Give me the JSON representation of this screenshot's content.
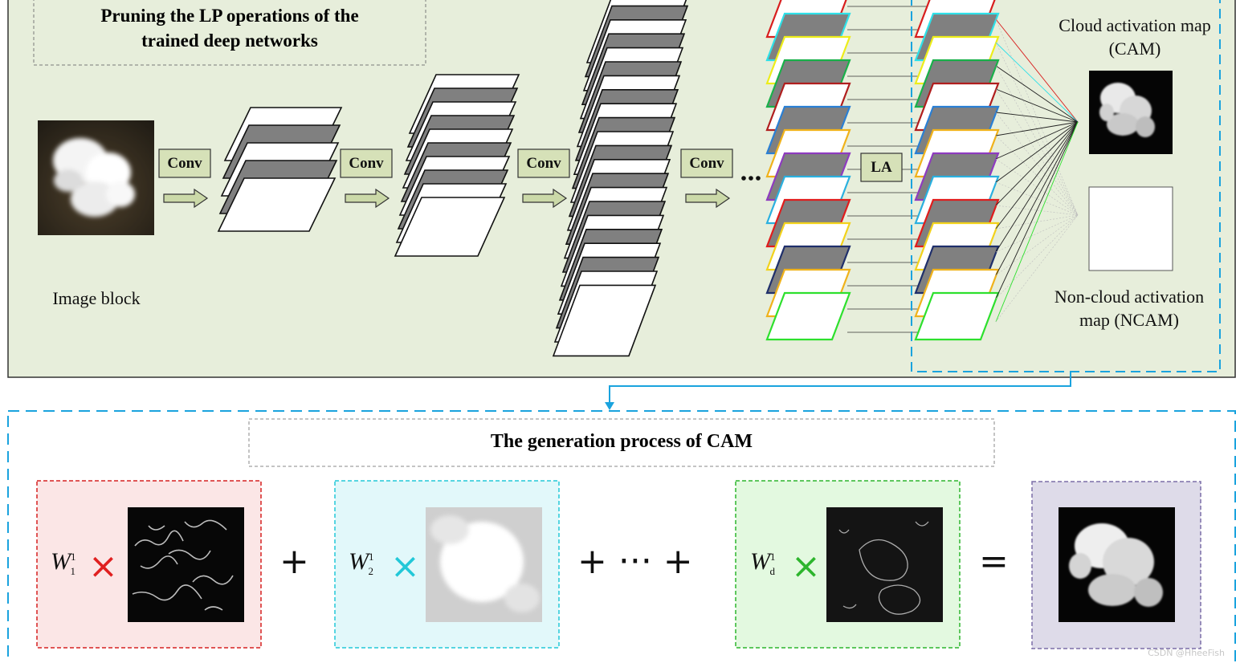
{
  "top_panel": {
    "title": "Pruning the LP operations of the\ntrained deep networks",
    "image_label": "Image block",
    "conv_labels": [
      "Conv",
      "Conv",
      "Conv",
      "Conv"
    ],
    "ellipsis": "···",
    "la_label": "LA",
    "cam_label": "Cloud activation map\n(CAM)",
    "ncam_label": "Non-cloud activation\nmap (NCAM)"
  },
  "bottom_panel": {
    "title": "The generation process of CAM",
    "terms": [
      {
        "weight_symbol": "W",
        "superscript": "1",
        "subscript": "1",
        "times": "×",
        "times_color": "#e02020"
      },
      {
        "weight_symbol": "W",
        "superscript": "1",
        "subscript": "2",
        "times": "×",
        "times_color": "#22c8d8"
      },
      {
        "weight_symbol": "W",
        "superscript": "1",
        "subscript": "d",
        "times": "×",
        "times_color": "#2db52d"
      }
    ],
    "operators": [
      "+",
      "+ ··· +",
      "="
    ]
  },
  "colors": {
    "top_panel_bg": "#e7eedb",
    "conv_box_bg": "#d6e1b8",
    "arrow_fill": "#cbd9a8",
    "blue_dashed": "#1aa3de",
    "feature_map_gray": "#808080",
    "term1_bg": "#fbe6e6",
    "term2_bg": "#e2f8fa",
    "term3_bg": "#e3f9e0",
    "result_bg": "#dedbe9"
  },
  "watermark": "CSDN @HheeFish"
}
